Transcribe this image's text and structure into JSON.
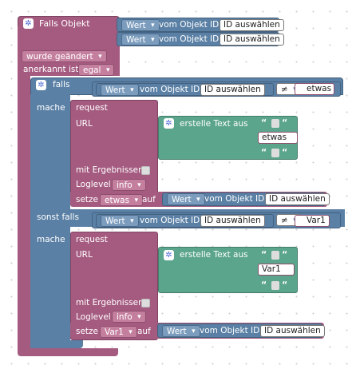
{
  "block1": {
    "title": "Falls Objekt",
    "wert_label": "Wert",
    "vom_objekt_label": "vom Objekt ID",
    "id_button": "ID auswählen",
    "trigger": "wurde geändert",
    "ack_label": "anerkannt ist",
    "ack_value": "egal"
  },
  "if_block": {
    "falls_label": "falls",
    "mache_label": "mache",
    "sonst_falls_label": "sonst falls",
    "neq_op": "≠",
    "cond1_text": "etwas",
    "cond2_var": "Var1"
  },
  "request": {
    "title": "request",
    "url_label": "URL",
    "create_text": "erstelle Text aus",
    "with_results": "mit Ergebnissen",
    "loglevel_label": "Loglevel",
    "loglevel_value": "info",
    "set_label": "setze",
    "on_label": "auf",
    "quote": "“",
    "var_etwas": "etwas",
    "var_var1": "Var1"
  },
  "colors": {
    "event_pink": "#a55b80",
    "sensor_blue": "#5b80a5",
    "text_green": "#5ba58c"
  }
}
